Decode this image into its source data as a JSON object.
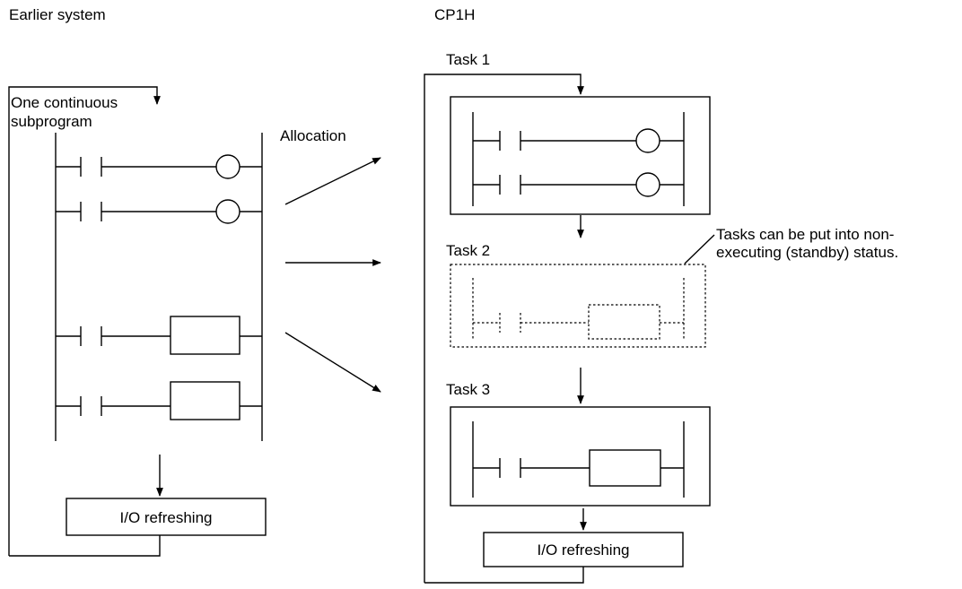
{
  "left": {
    "title": "Earlier system",
    "program_label_line1": "One continuous",
    "program_label_line2": "subprogram",
    "io_label": "I/O refreshing"
  },
  "allocation_label": "Allocation",
  "right": {
    "title": "CP1H",
    "tasks": [
      {
        "label": "Task 1"
      },
      {
        "label": "Task 2"
      },
      {
        "label": "Task 3"
      }
    ],
    "io_label": "I/O refreshing",
    "standby_note_line1": "Tasks can be put into non-",
    "standby_note_line2": "executing (standby) status."
  }
}
